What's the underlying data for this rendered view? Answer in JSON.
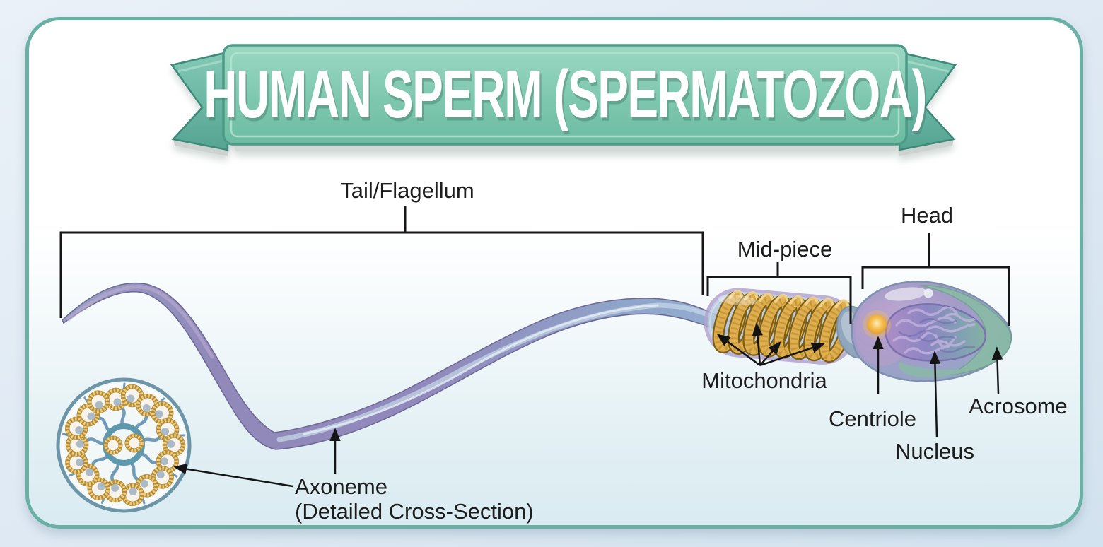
{
  "banner": {
    "title": "HUMAN SPERM (SPERMATOZOA)"
  },
  "labels": {
    "tail": "Tail/Flagellum",
    "mid_piece": "Mid-piece",
    "head": "Head",
    "mitochondria": "Mitochondria",
    "centriole": "Centriole",
    "nucleus": "Nucleus",
    "acrosome": "Acrosome",
    "axoneme": "Axoneme",
    "axoneme_note": "(Detailed Cross-Section)"
  },
  "colors": {
    "page_background": "#dfe9f3",
    "panel_border_teal": "#6ab0a4",
    "banner_plate_teal": "#7ec7af",
    "banner_wing_teal": "#60ae9c",
    "banner_text": "#ffffff",
    "label_text": "#1d1d1d",
    "tail_purple": "#9089ba",
    "tail_blue": "#93aed0",
    "mitochondria_gold": "#dfae4e",
    "midpiece_capsule": "#b5c8dc",
    "head_body_blue": "#9aa8c8",
    "acrosome_teal": "#8abaa6",
    "nucleus_purple": "#8d86c2",
    "centriole_yellow": "#f5b945",
    "axoneme_ring_blue": "#6d95a8",
    "arrow_black": "#141414"
  }
}
